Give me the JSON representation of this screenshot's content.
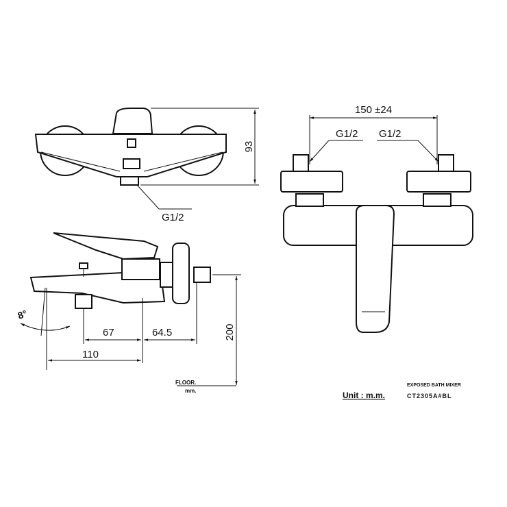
{
  "top_view": {
    "height_dim": "93",
    "inlet_label": "G1/2"
  },
  "front_view": {
    "spacing_dim": "150 ±24",
    "left_inlet": "G1/2",
    "right_inlet": "G1/2"
  },
  "side_view": {
    "angle": "8°",
    "dim_67": "67",
    "dim_64_5": "64.5",
    "dim_110": "110",
    "dim_200": "200",
    "floor_label": "FLOOR.",
    "floor_unit": "mm."
  },
  "title_block": {
    "unit": "Unit : m.m.",
    "product_name": "EXPOSED BATH MIXER",
    "model": "CT2305A#BL"
  }
}
